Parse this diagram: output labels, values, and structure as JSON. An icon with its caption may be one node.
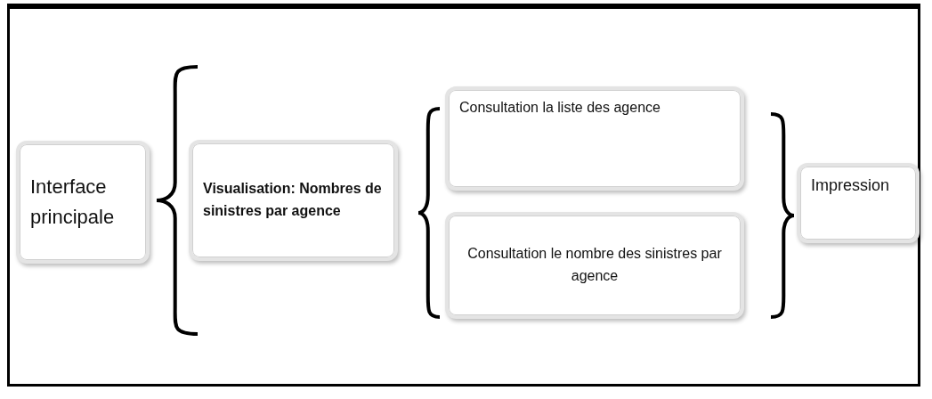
{
  "diagram": {
    "nodes": [
      {
        "text": [
          "Interface principale"
        ]
      },
      {
        "text": [
          "Visualisation: Nombres de sinistres par agence"
        ]
      },
      {
        "text": [
          "Consultation la liste des agence"
        ]
      },
      {
        "text": [
          "Consultation le nombre des sinistres par agence"
        ]
      },
      {
        "text": [
          "Impression"
        ]
      }
    ]
  }
}
